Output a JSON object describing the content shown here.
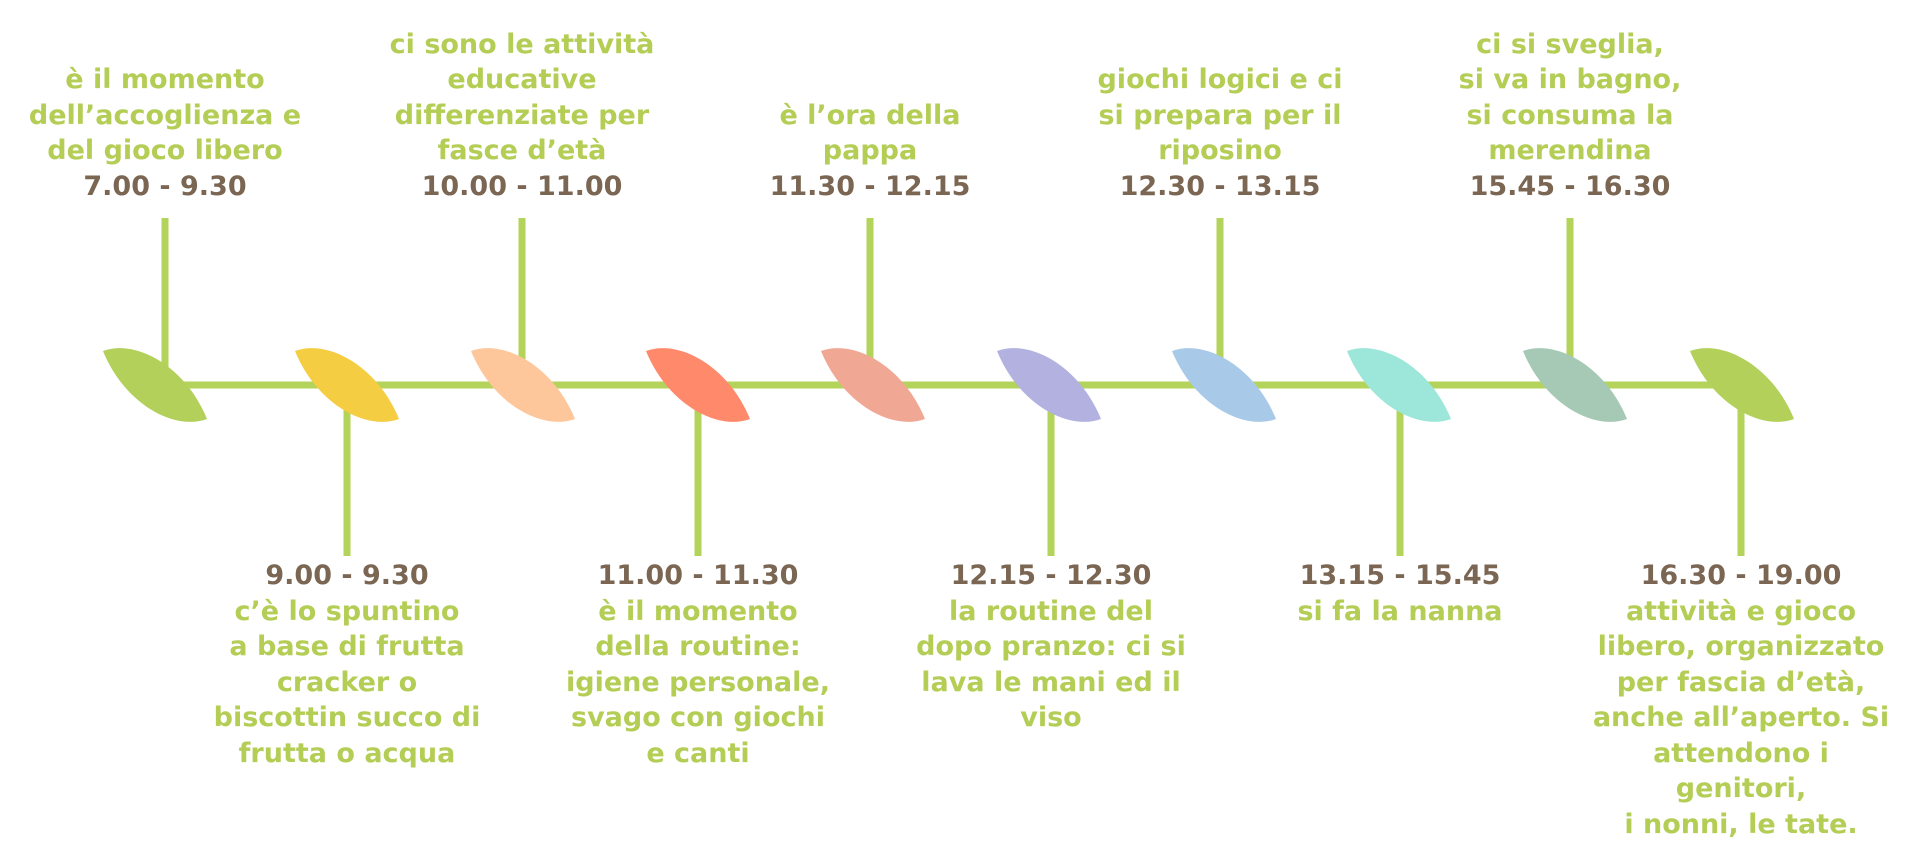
{
  "colors": {
    "line": "#b3d35a",
    "text": "#b3cd55",
    "time": "#7a6652"
  },
  "events": [
    {
      "id": "e1",
      "pos": "top",
      "time": "7.00 - 9.30",
      "text": "è il momento\ndell’accoglienza e\ndel gioco libero",
      "color": "#b2d05a"
    },
    {
      "id": "e2",
      "pos": "bottom",
      "time": "9.00 - 9.30",
      "text": "c’è lo spuntino\na base di frutta\ncracker o\nbiscottin succo di\nfrutta o acqua",
      "color": "#f5cd42"
    },
    {
      "id": "e3",
      "pos": "top",
      "time": "10.00 - 11.00",
      "text": "ci sono le attività\neducative\ndifferenziate per\nfasce d’età",
      "color": "#fec79b"
    },
    {
      "id": "e4",
      "pos": "bottom",
      "time": "11.00 - 11.30",
      "text": "è il momento\ndella routine:\nigiene personale,\nsvago con giochi\ne canti",
      "color": "#ff8a6b"
    },
    {
      "id": "e5",
      "pos": "top",
      "time": "11.30 - 12.15",
      "text": "è l’ora della\npappa",
      "color": "#f0a895"
    },
    {
      "id": "e6",
      "pos": "bottom",
      "time": "12.15 - 12.30",
      "text": "la routine del\ndopo pranzo: ci si\nlava le mani ed il\nviso",
      "color": "#b2b1e0"
    },
    {
      "id": "e7",
      "pos": "top",
      "time": "12.30 - 13.15",
      "text": "giochi logici e ci\nsi prepara per il\nriposino",
      "color": "#a9c9e8"
    },
    {
      "id": "e8",
      "pos": "bottom",
      "time": "13.15 - 15.45",
      "text": "si fa la nanna",
      "color": "#9ce6da"
    },
    {
      "id": "e9",
      "pos": "top",
      "time": "15.45 - 16.30",
      "text": "ci si sveglia,\nsi va in bagno,\nsi consuma la\nmerendina",
      "color": "#a6c9b6"
    },
    {
      "id": "e10",
      "pos": "bottom",
      "time": "16.30 - 19.00",
      "text": "attività e gioco\nlibero, organizzato\nper fascia d’età,\nanche all’aperto. Si\nattendono i genitori,\ni nonni, le tate.",
      "color": "#b2d05a"
    }
  ]
}
